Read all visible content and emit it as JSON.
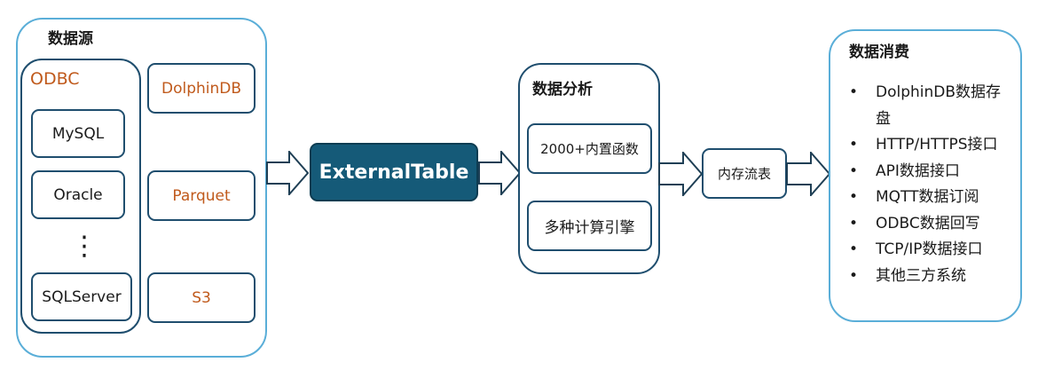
{
  "sources": {
    "title": "数据源",
    "odbc_label": "ODBC",
    "odbc_items": [
      "MySQL",
      "Oracle",
      "⋮",
      "SQLServer"
    ],
    "native": [
      "DolphinDB",
      "Parquet",
      "S3"
    ]
  },
  "center": {
    "label": "ExternalTable"
  },
  "analysis": {
    "title": "数据分析",
    "items": [
      "2000+内置函数",
      "多种计算引擎"
    ]
  },
  "memory_table": {
    "label": "内存流表"
  },
  "consumption": {
    "title": "数据消费",
    "bullet": "•",
    "items": [
      "DolphinDB数据存盘",
      "HTTP/HTTPS接口",
      "API数据接口",
      "MQTT数据订阅",
      "ODBC数据回写",
      "TCP/IP数据接口",
      "其他三方系统"
    ]
  },
  "colors": {
    "outer_border": "#5aaed8",
    "box_border": "#1f4e6e",
    "central_fill": "#155a78",
    "accent_text": "#c05a1c"
  }
}
